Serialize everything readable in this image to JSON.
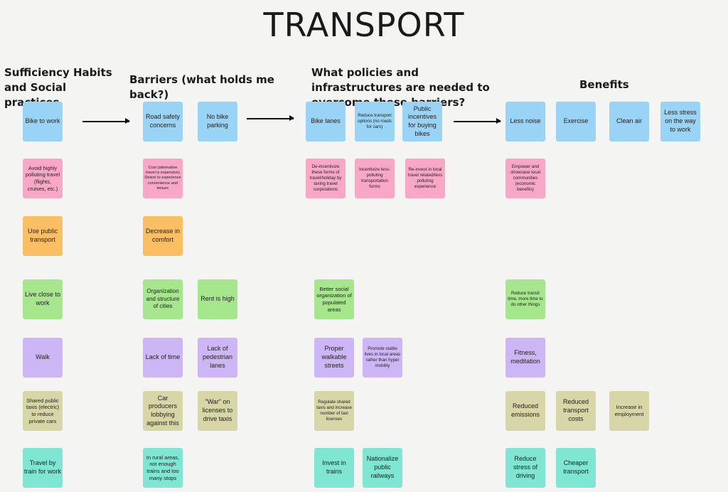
{
  "title": "TRANSPORT",
  "headers": {
    "habits": "Sufficiency Habits and Social practices",
    "barriers": "Barriers (what holds me back?)",
    "policies": "What policies and infrastructures are needed to overcome these barriers?",
    "benefits": "Benefits"
  },
  "notes": {
    "bike_to_work": "Bike to work",
    "road_safety": "Road safety concerns",
    "no_bike_parking": "No bike parking",
    "bike_lanes": "Bike lanes",
    "reduce_transport_options": "Reduce transport options (no roads for cars)",
    "public_incentives": "Public incentives for buying bikes",
    "less_noise": "Less noise",
    "exercise": "Exercise",
    "clean_air": "Clean air",
    "less_stress": "Less stress on the way to work",
    "avoid_polluting": "Avoid highly polluting travel (flights, cruises, etc.)",
    "cost": "Cost (alternative travel is expensive) Desire to experience convenience and leisure",
    "deincentivize": "De-incentivize these forms of travel/holiday by taxing travel corporations",
    "incentivize": "Incentivize less-polluting transportation forms",
    "reinvest": "Re-invest in local travel related/less polluting experience",
    "empower": "Empower and showcase local communities (economic benefits)",
    "use_public_transport": "Use public transport",
    "decrease_comfort": "Decrease in comfort",
    "live_close": "Live close to work",
    "organization_cities": "Organization and structure of cities",
    "rent_high": "Rent is high",
    "better_social": "Better social organization of populated areas",
    "reduce_transit": "Reduce transit time, more time to do other things",
    "walk": "Walk",
    "lack_time": "Lack of time",
    "lack_pedestrian": "Lack of pedestrian lanes",
    "proper_walkable": "Proper walkable streets",
    "promote_stable": "Promote stable lives in local areas rather than hyper mobility",
    "fitness": "Fitness, meditation",
    "shared_taxis": "Shared public taxis (electric) to reduce private cars",
    "car_producers": "Car producers lobbying against this",
    "war_licenses": "\"War\" on licenses to drive taxis",
    "regulate_taxis": "Regulate shared taxis and increase number of taxi licenses",
    "reduced_emissions": "Reduced emissions",
    "reduced_costs": "Reduced transport costs",
    "increase_employment": "Increase in employment",
    "travel_train": "Travel by train for work",
    "rural_areas": "In rural areas, not enough trains and too many stops",
    "invest_trains": "Invest in trains",
    "nationalize": "Nationalize public railways",
    "reduce_stress_driving": "Reduce stress of driving",
    "cheaper_transport": "Cheaper transport"
  },
  "colors": {
    "blue": "#99d3f5",
    "pink": "#f8a8c6",
    "orange": "#fbbf63",
    "green": "#a6e68c",
    "purple": "#cdb6f6",
    "khaki": "#d6d6a7",
    "teal": "#7fe6d3"
  }
}
